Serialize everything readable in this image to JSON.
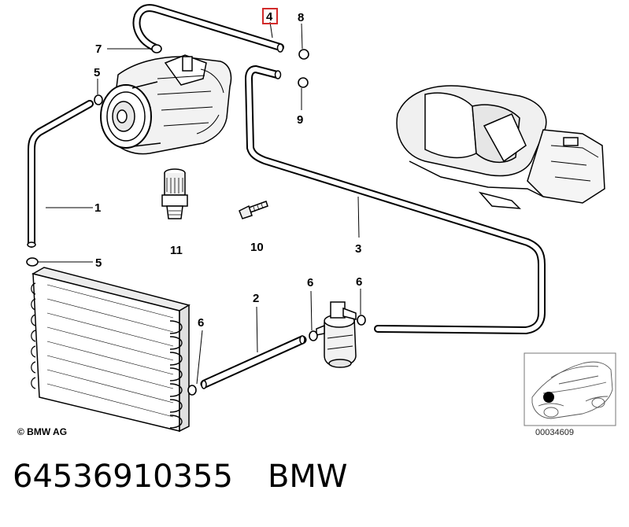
{
  "diagram": {
    "callouts": [
      {
        "id": "c1",
        "label": "1"
      },
      {
        "id": "c2",
        "label": "2"
      },
      {
        "id": "c3",
        "label": "3"
      },
      {
        "id": "c4",
        "label": "4",
        "highlighted": true
      },
      {
        "id": "c5a",
        "label": "5"
      },
      {
        "id": "c5b",
        "label": "5"
      },
      {
        "id": "c6a",
        "label": "6"
      },
      {
        "id": "c6b",
        "label": "6"
      },
      {
        "id": "c6c",
        "label": "6"
      },
      {
        "id": "c7",
        "label": "7"
      },
      {
        "id": "c8",
        "label": "8"
      },
      {
        "id": "c9",
        "label": "9"
      },
      {
        "id": "c10",
        "label": "10"
      },
      {
        "id": "c11",
        "label": "11"
      }
    ],
    "copyright": "© BMW AG",
    "reference_number": "00034609",
    "highlight_color": "#d22b2b"
  },
  "caption": {
    "part_number": "64536910355",
    "brand": "BMW"
  }
}
